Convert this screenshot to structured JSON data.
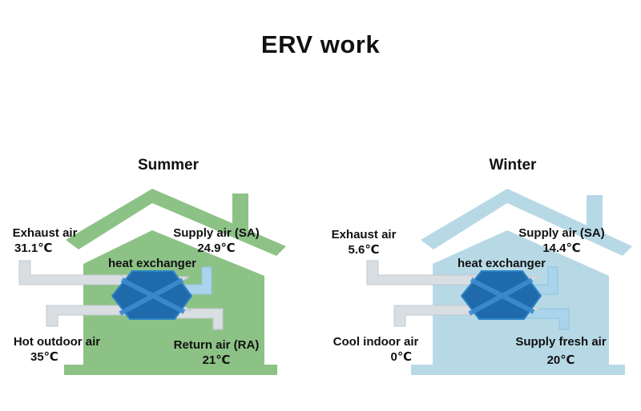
{
  "title": "ERV work",
  "colors": {
    "summer_house": "#8dc286",
    "winter_house": "#b7d9e6",
    "exchanger": "#1f6aab",
    "exchanger_edge": "#2c84c6",
    "duct": "#d9dee2",
    "duct_edge": "#c2c8cd",
    "duct_supply": "#a9d4ec"
  },
  "summer": {
    "season": "Summer",
    "heat_exchanger": "heat exchanger",
    "exhaust_air": {
      "name": "Exhaust air",
      "temp": "31.1℃"
    },
    "supply_air": {
      "name": "Supply air (SA)",
      "temp": "24.9℃"
    },
    "outdoor_air": {
      "name": "Hot outdoor air",
      "temp": "35℃"
    },
    "return_air": {
      "name": "Return air (RA)",
      "temp": "21℃"
    }
  },
  "winter": {
    "season": "Winter",
    "heat_exchanger": "heat exchanger",
    "exhaust_air": {
      "name": "Exhaust air",
      "temp": "5.6℃"
    },
    "supply_air": {
      "name": "Supply air (SA)",
      "temp": "14.4℃"
    },
    "indoor_air": {
      "name": "Cool indoor air",
      "temp": "0℃"
    },
    "fresh_air": {
      "name": "Supply fresh air",
      "temp": "20℃"
    }
  }
}
